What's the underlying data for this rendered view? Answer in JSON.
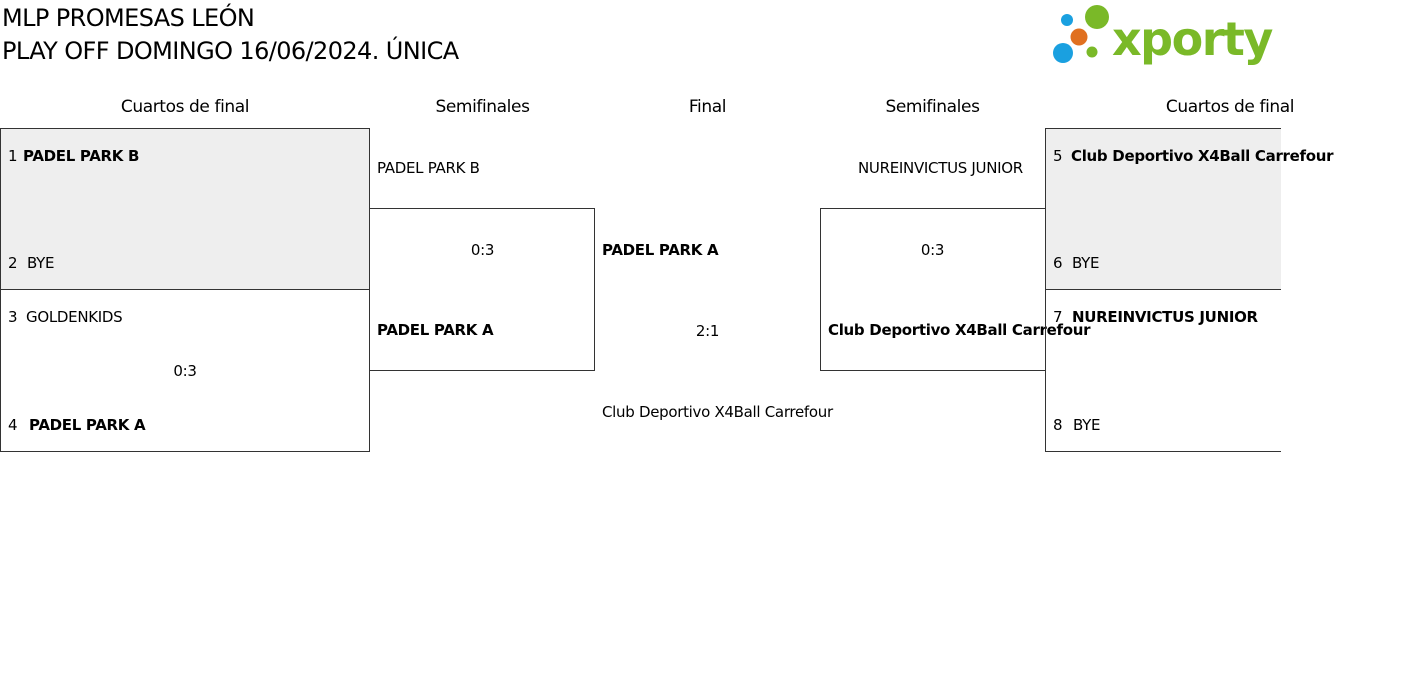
{
  "header": {
    "line1": "MLP PROMESAS LEÓN",
    "line2": "PLAY OFF DOMINGO 16/06/2024. ÚNICA",
    "logo_text": "xporty"
  },
  "colors": {
    "logo_green": "#7ab928",
    "dot_blue": "#1aa0e0",
    "dot_orange": "#e07020",
    "box_grey": "#eeeeee"
  },
  "rounds": {
    "left_qf": "Cuartos de final",
    "left_sf": "Semifinales",
    "final": "Final",
    "right_sf": "Semifinales",
    "right_qf": "Cuartos de final"
  },
  "left_qf": [
    {
      "seed_a": "1",
      "team_a": "PADEL PARK B",
      "seed_b": "2",
      "team_b": "BYE",
      "score": ""
    },
    {
      "seed_a": "3",
      "team_a": "GOLDENKIDS",
      "seed_b": "4",
      "team_b": "PADEL PARK A",
      "score": "0:3"
    }
  ],
  "right_qf": [
    {
      "seed_a": "5",
      "team_a": "Club Deportivo X4Ball Carrefour",
      "seed_b": "6",
      "team_b": "BYE",
      "score": ""
    },
    {
      "seed_a": "7",
      "team_a": "NUREINVICTUS JUNIOR",
      "seed_b": "8",
      "team_b": "BYE",
      "score": ""
    }
  ],
  "left_sf": {
    "team_a": "PADEL PARK B",
    "team_b": "PADEL PARK A",
    "score": "0:3"
  },
  "right_sf": {
    "team_a": "NUREINVICTUS JUNIOR",
    "team_b": "Club Deportivo X4Ball Carrefour",
    "score": "0:3"
  },
  "final": {
    "team_a": "PADEL PARK A",
    "team_b": "Club Deportivo X4Ball Carrefour",
    "score": "2:1"
  }
}
